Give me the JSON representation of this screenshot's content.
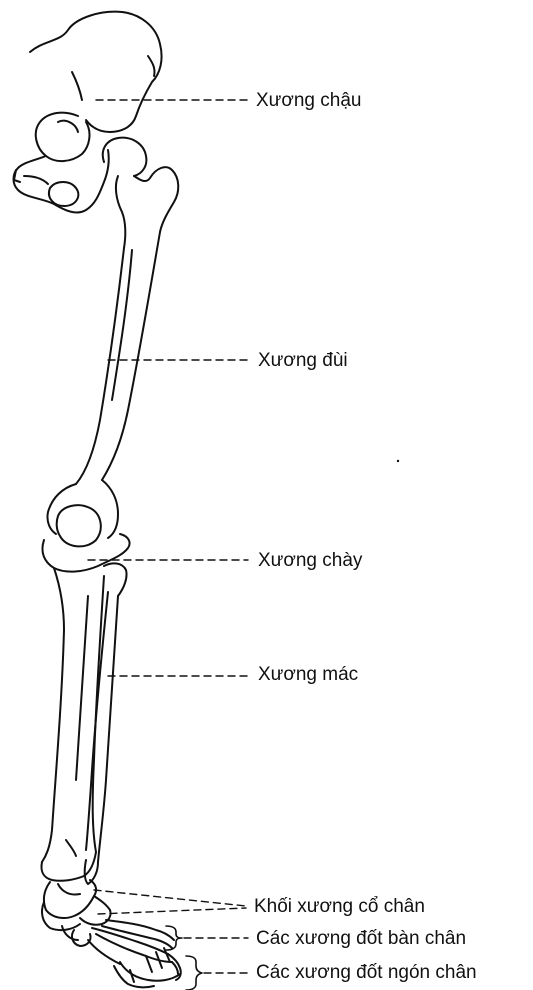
{
  "labels": [
    "Xương chậu",
    "Xương đùi",
    "Xương chày",
    "Xương mác",
    "Khối xương cổ chân",
    "Các xương đốt bàn chân",
    "Các xương đốt ngón chân"
  ],
  "colors": {
    "stroke": "#111111",
    "background": "#ffffff"
  }
}
